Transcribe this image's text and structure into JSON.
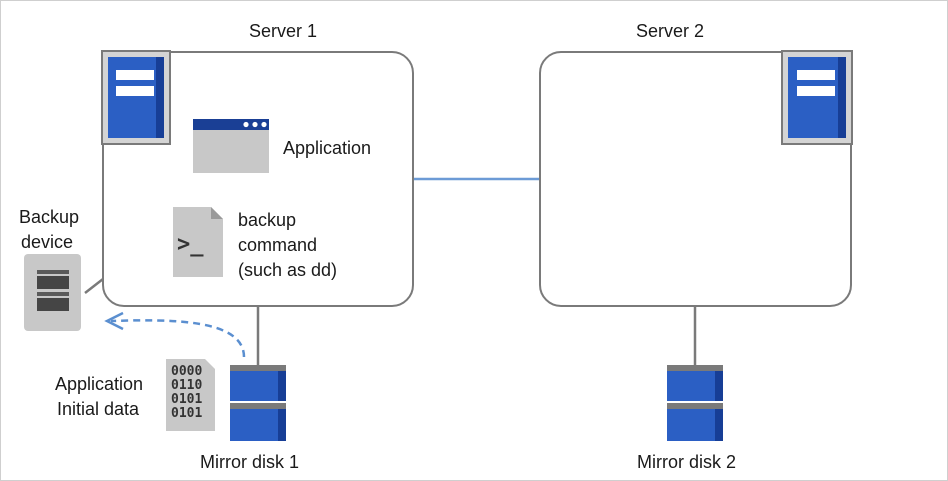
{
  "server1": {
    "title": "Server 1"
  },
  "server2": {
    "title": "Server 2"
  },
  "application": {
    "label": "Application"
  },
  "backup_command": {
    "lines": [
      "backup",
      "command",
      "(such as dd)"
    ],
    "prompt_glyph": ">_"
  },
  "backup_device": {
    "lines": [
      "Backup",
      "device"
    ]
  },
  "initial_data": {
    "lines": [
      "Application",
      "Initial data"
    ],
    "binary_rows": [
      "0000",
      "0110",
      "0101",
      "0101"
    ]
  },
  "mirror_disk1": {
    "label": "Mirror disk 1"
  },
  "mirror_disk2": {
    "label": "Mirror disk 2"
  },
  "icons": {
    "server1": "server-icon",
    "server2": "server-icon",
    "application": "application-window-icon",
    "backup_command": "terminal-file-icon",
    "backup_device": "backup-device-icon",
    "initial_data": "binary-data-icon",
    "mirror_disk1": "disk-icon",
    "mirror_disk2": "disk-icon"
  },
  "colors": {
    "server_icon_blue": "#2b5fc4",
    "server_icon_dark": "#173e96",
    "interconnect": "#6c9bd6",
    "dashed_arrow": "#5b8fd0",
    "box_border": "#7a7a7a",
    "gray_icon": "#c8c8c8"
  }
}
